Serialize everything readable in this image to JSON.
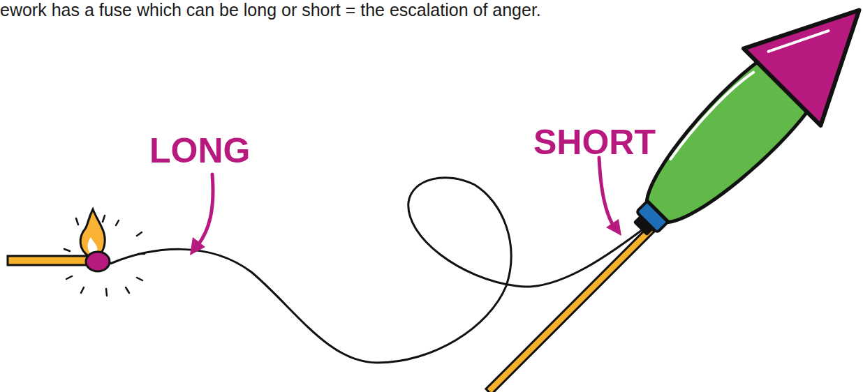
{
  "diagram": {
    "title": "ework has a fuse which can be long or short = the escalation of anger.",
    "labels": [
      "LONG",
      "SHORT"
    ]
  }
}
